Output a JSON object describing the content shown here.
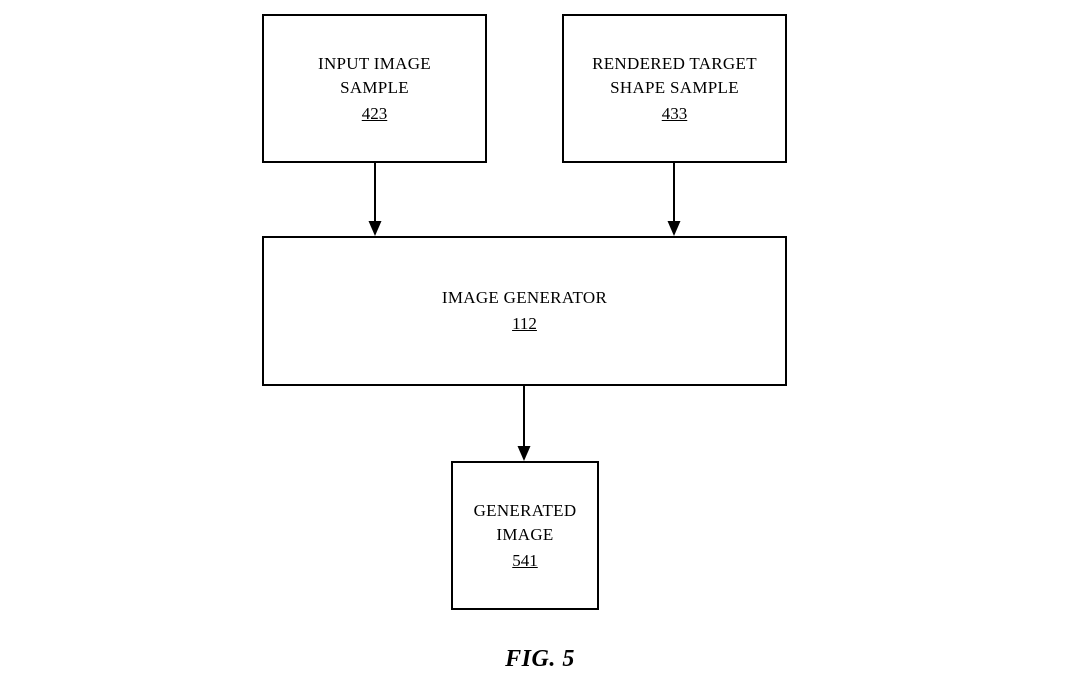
{
  "diagram": {
    "boxes": {
      "input_image": {
        "line1": "INPUT IMAGE",
        "line2": "SAMPLE",
        "ref": "423"
      },
      "rendered_target": {
        "line1": "RENDERED TARGET",
        "line2": "SHAPE SAMPLE",
        "ref": "433"
      },
      "image_generator": {
        "line1": "IMAGE GENERATOR",
        "ref": "112"
      },
      "generated_image": {
        "line1": "GENERATED",
        "line2": "IMAGE",
        "ref": "541"
      }
    },
    "caption": "FIG. 5",
    "colors": {
      "line": "#000000",
      "background": "#ffffff"
    }
  }
}
